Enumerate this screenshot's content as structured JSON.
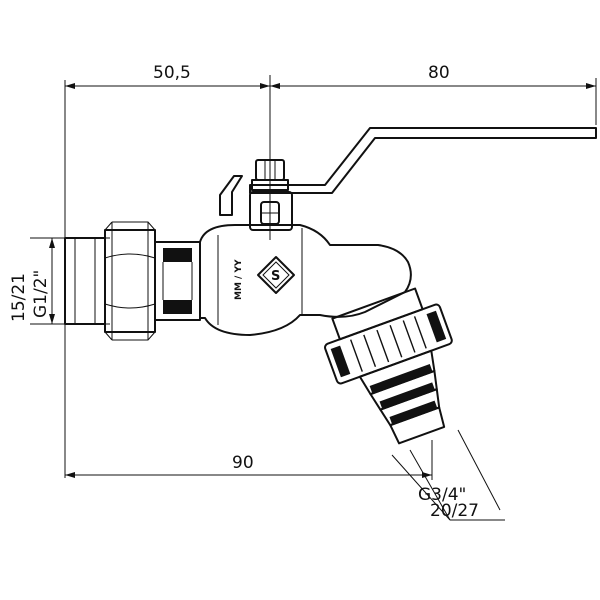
{
  "dimensions": {
    "top_left": "50,5",
    "top_right": "80",
    "bottom_length": "90",
    "side_outer": "15/21",
    "side_thread": "G1/2\"",
    "outlet_thread": "G3/4\"",
    "outlet_size": "20/27"
  },
  "markings": {
    "body_mark": "MM / YY",
    "logo_letter": "S"
  }
}
